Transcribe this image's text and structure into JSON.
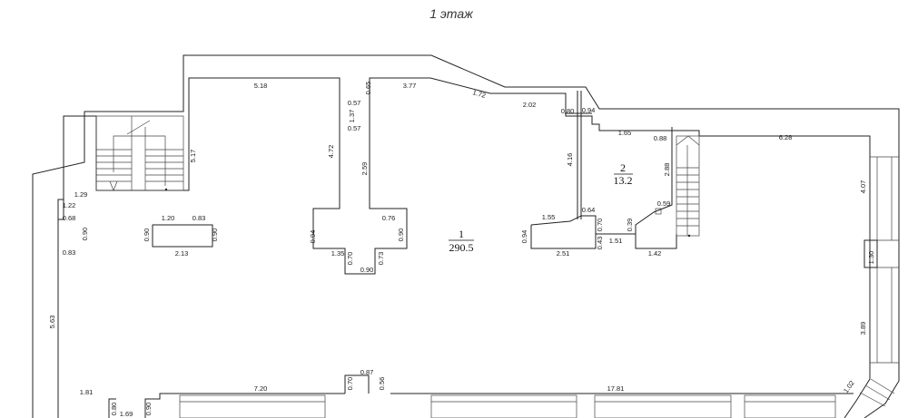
{
  "title": "1 этаж",
  "rooms": [
    {
      "number": "1",
      "area": "290.5"
    },
    {
      "number": "2",
      "area": "13.2"
    }
  ],
  "dims": {
    "d518": "5.18",
    "d517": "5.17",
    "d472": "4.72",
    "d065": "0.65",
    "d057a": "0.57",
    "d137": "1.37",
    "d057b": "0.57",
    "d259": "2.59",
    "d377": "3.77",
    "d172": "1.72",
    "d202": "2.02",
    "d080a": "0.80",
    "d094a": "0.94",
    "d416": "4.16",
    "d165": "1.65",
    "d088": "0.88",
    "d628": "6.28",
    "d288": "2.88",
    "d407": "4.07",
    "d129": "1.29",
    "d122": "1.22",
    "d068": "0.68",
    "d090a": "0.90",
    "d083a": "0.83",
    "d120": "1.20",
    "d083b": "0.83",
    "d090b": "0.90",
    "d090c": "0.90",
    "d213": "2.13",
    "d094b": "0.94",
    "d076": "0.76",
    "d090d": "0.90",
    "d135": "1.35",
    "d070a": "0.70",
    "d073": "0.73",
    "d090e": "0.90",
    "d155": "1.55",
    "d064": "0.64",
    "d094c": "0.94",
    "d043": "0.43",
    "d070b": "0.70",
    "d039": "0.39",
    "d151": "1.51",
    "d059": "0.59",
    "d251": "2.51",
    "d142": "1.42",
    "d130": "1.30",
    "d563": "5.63",
    "d389": "3.89",
    "d181": "1.81",
    "d080b": "0.80",
    "d169": "1.69",
    "d090f": "0.90",
    "d720": "7.20",
    "d087": "0.87",
    "d070c": "0.70",
    "d056": "0.56",
    "d1781": "17.81",
    "d102": "1.02"
  }
}
